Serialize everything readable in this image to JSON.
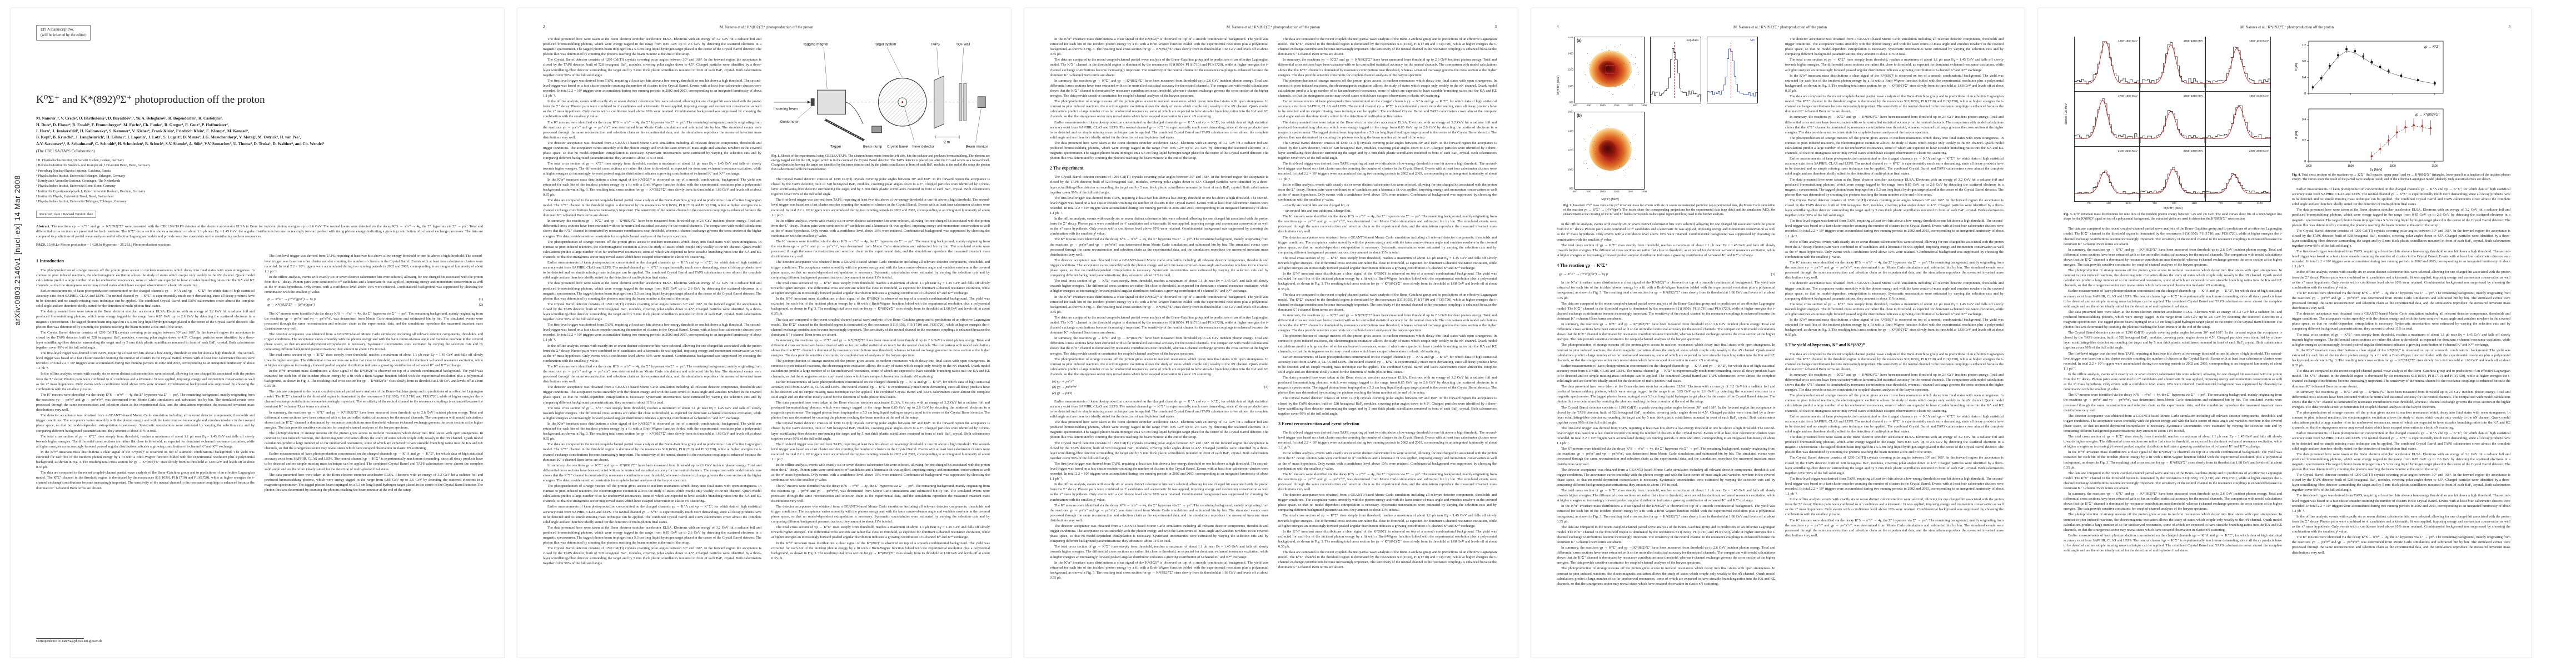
{
  "running_header": "M. Nanova et al.: K*(892)⁰Σ⁺ photoproduction off the proton",
  "pages": {
    "p2": "2",
    "p3": "3",
    "p4": "4",
    "p5": "5"
  },
  "page1": {
    "manuscript_note_line1": "EPJ A manuscript No.",
    "manuscript_note_line2": "(will be inserted by the editor)",
    "arxiv_label": "arXiv:0803.2146v1  [nucl-ex]  14 Mar 2008",
    "title": "K⁰Σ⁺ and K*(892)⁰Σ⁺ photoproduction off the proton",
    "authors": [
      "M. Nanova¹,ᵃ, V. Credé², O. Bartholomy², D. Bayadilov²,³, Yu.A. Beloglazov³, R. Bogendörfer⁴, R. Castelijns⁵,",
      "H. Dutz⁶, D. Elsner⁶, R. Ewald⁶, F. Frommberger⁶, M. Fuchs², Ch. Funke², R. Gregor¹, E. Gutz², P. Hoffmeister²,",
      "I. Horn², J. Junkersfeld², H. Kalinowsky², S. Kammer⁶, V. Kleber⁶, Frank Klein⁶, Friedrich Klein⁶, E. Klempt², M. Konrad⁶,",
      "B. Kopf⁷, B. Krusche⁸, J. Langheinrich⁶, H. Löhner⁵, I. Lopatin³, J. Lotz², S. Lugert¹, D. Menze⁶, J.G. Messchendorp⁵, V. Metag¹, M. Ostrick⁶, H. van Pee²,",
      "A.V. Sarantsev²,³, S. Schadmand¹, C. Schmidt², H. Schmieden⁶, B. Schoch⁶, S.V. Shende⁵, A. Süle⁶, V.V. Sumachev³, U. Thoma², D. Trnka¹, D. Walther⁶, and Ch. Wendel²"
    ],
    "collaboration": "(The CBELSA/TAPS Collaboration)",
    "institutions": [
      "¹ II. Physikalisches Institut, Universität Gießen, Gießen, Germany",
      "² Helmholtz-Institut für Strahlen- und Kernphysik, Universität Bonn, Bonn, Germany",
      "³ Petersburg Nuclear Physics Institute, Gatchina, Russia",
      "⁴ Physikalisches Institut, Universität Erlangen, Erlangen, Germany",
      "⁵ Kernfysisch Versneller Instituut, Groningen, The Netherlands",
      "⁶ Physikalisches Institut, Universität Bonn, Bonn, Germany",
      "⁷ Institut für Experimentalphysik I, Ruhr-Universität Bochum, Bochum, Germany",
      "⁸ Institut für Physik, Universität Basel, Basel, Switzerland",
      "⁹ Physikalisches Institut, Universität Tübingen, Tübingen, Germany"
    ],
    "received": "Received: date / Revised version: date",
    "abstract_label": "Abstract.",
    "abstract": "The reactions γp → K⁰Σ⁺ and γp → K*(892)⁰Σ⁺ were measured with the CBELSA/TAPS detector at the electron accelerator ELSA in Bonn for incident photon energies up to 2.6 GeV. The neutral kaons were detected via the decay K⁰S → π⁰π⁰ → 4γ, the Σ⁺ hyperons via Σ⁺ → pπ⁰. Total and differential cross sections are presented for both reactions. The K⁰Σ⁺ cross section shows a maximum of about 1.1 μb near Eγ = 1.45 GeV; the angular distributions become increasingly forward peaked with rising photon energy, indicating a growing contribution of t-channel exchange processes. The data are compared to predictions of partial wave analyses and of effective Lagrangian models and provide sensitive constraints on the contributing nucleon resonances.",
    "pacs_label": "PACS.",
    "pacs": "13.60.Le Meson production – 14.20.Jn Hyperons – 25.20.Lj Photoproduction reactions",
    "footnote": "Correspondence to: nanova@physik.uni-giessen.de"
  },
  "sections": {
    "s1": "1 Introduction",
    "s2": "2 The experiment",
    "s3": "3 Event reconstruction and event selection",
    "s4": "4 The reaction γp → K⁰Σ⁺",
    "s5": "5 The yield of hyperons, K⁰ and K*(892)⁰"
  },
  "equations": {
    "main": [
      {
        "text": "γp → K⁰Σ⁺ → (π⁰π⁰)(pπ⁰) → 6γ p",
        "num": "(1)"
      },
      {
        "text": "γp → K*(892)⁰Σ⁺ → (K⁰π⁰)(pπ⁰)",
        "num": "(2)"
      }
    ],
    "background": [
      {
        "text": "(a)  γp → pπ⁰π⁰",
        "num": ""
      },
      {
        "text": "(b)  γp → pπ⁰π⁰π⁰",
        "num": "(3)"
      },
      {
        "text": "(c)  γp → pπ⁰η",
        "num": ""
      }
    ]
  },
  "lists": {
    "selection": [
      "– exactly six neutral hits and no charged hit, or",
      "– six neutral hits and one additional charged hit."
    ]
  },
  "figures": {
    "fig1": {
      "cap_label": "Fig. 1.",
      "cap_text": "Sketch of the experimental setup CBELSA/TAPS. The electron beam enters from the left side, hits the radiator and produces bremsstrahlung. The photons are energy tagged and hit the LH₂ target, which is in the centre of the Crystal Barrel detector. The TAPS detector is placed just after the CB and serves as a forward wall. Charged particles leaving the target are identified by the inner detector and by the plastic scintillators in front of each BaF₂ module; at the end of the setup the photon flux is determined with the beam monitor.",
      "labels": {
        "incoming": "Incoming beam",
        "goniometer": "Goniometer",
        "tagger": "Tagger",
        "magnet": "Tagging magnet",
        "dump": "Beam dump",
        "target": "Target system",
        "barrel": "Crystal barrel",
        "inner": "Inner detector",
        "taps": "TAPS",
        "tof": "TOF wall",
        "monitor": "Beam monitor",
        "scale": "2 m"
      }
    },
    "fig2": {
      "cap_label": "Fig. 2.",
      "cap_text": "Invariant π⁰π⁰ mass versus the pπ⁰ invariant mass for events with six or seven reconstructed particles: (a) experimental data, (b) Monte Carlo simulation of the reaction γp → K⁰Σ⁺ → (π⁰π⁰)(pπ⁰). The insets show the corresponding projections for the experimental data (exp data) and the simulation (MC); the enhancement at the crossing of the K⁰ and Σ⁺ bands corresponds to the signal region (red box) used in the further analysis.",
      "panel_a": "(a)",
      "panel_b": "(b)",
      "inset_exp": "exp data",
      "inset_mc": "MC",
      "xlabel": "M(pπ⁰) [MeV]",
      "ylabel": "M(π⁰π⁰) [MeV]",
      "xticks": [
        "600",
        "800",
        "1000",
        "1200",
        "1400",
        "1600"
      ],
      "yticks": [
        "1600",
        "1400",
        "1200",
        "1000",
        "800"
      ],
      "mc_color": "#2244bb"
    },
    "fig3": {
      "cap_label": "Fig. 3.",
      "cap_text": "K⁰π⁰ invariant mass distributions for nine bins of the incident photon energy between 1.45 and 2.6 GeV. The solid curves show fits of a Breit-Wigner line shape for the K*(892)⁰ signal on top of a polynomial background; the extracted yields are used to determine the K*(892)⁰Σ⁺ cross section.",
      "xlabel": "M(K⁰π⁰) [MeV]",
      "ylabel": "entries / 20 MeV",
      "bins": [
        "1450–1550 MeV",
        "1550–1650 MeV",
        "1650–1750 MeV",
        "1750–1850 MeV",
        "1850–1950 MeV",
        "1950–2100 MeV",
        "2100–2250 MeV",
        "2250–2400 MeV",
        "2400–2600 MeV"
      ],
      "xticks": [
        "700",
        "900",
        "1100"
      ]
    },
    "fig4": {
      "cap_label": "Fig. 4.",
      "cap_text": "Total cross sections of the reactions γp → K⁰Σ⁺ (full squares, upper panel) and γp → K*(892)⁰Σ⁺ (triangles, lower panel) as a function of the incident photon energy. The curves show the result of the partial wave analysis (solid) and of the effective Lagrangian model (dashed). Only statistical errors are shown.",
      "xlabel": "Eγ [MeV]",
      "ylabel": "σ [μb]",
      "panel1_label": "γp → K⁰Σ⁺",
      "panel2_label": "γp → K*(892)⁰Σ⁺",
      "xticks": [
        "1000",
        "1500",
        "2000",
        "2500"
      ],
      "yticks1": [
        "0",
        "0.4",
        "0.8",
        "1.2"
      ],
      "yticks2": [
        "0",
        "0.2",
        "0.4"
      ],
      "series1_color": "#111111",
      "series2_color": "#bb2222",
      "series1": [
        [
          1050,
          0.15,
          0.07
        ],
        [
          1150,
          0.38,
          0.08
        ],
        [
          1250,
          0.68,
          0.08
        ],
        [
          1350,
          0.95,
          0.09
        ],
        [
          1450,
          1.1,
          0.09
        ],
        [
          1550,
          1.05,
          0.08
        ],
        [
          1650,
          0.92,
          0.08
        ],
        [
          1750,
          0.78,
          0.07
        ],
        [
          1850,
          0.66,
          0.07
        ],
        [
          1950,
          0.55,
          0.06
        ],
        [
          2100,
          0.44,
          0.06
        ],
        [
          2300,
          0.33,
          0.06
        ],
        [
          2500,
          0.25,
          0.06
        ]
      ],
      "series2": [
        [
          1750,
          0.05,
          0.04
        ],
        [
          1850,
          0.12,
          0.05
        ],
        [
          1950,
          0.2,
          0.05
        ],
        [
          2050,
          0.28,
          0.06
        ],
        [
          2150,
          0.33,
          0.06
        ],
        [
          2250,
          0.35,
          0.06
        ],
        [
          2350,
          0.34,
          0.06
        ],
        [
          2450,
          0.32,
          0.07
        ]
      ]
    }
  },
  "filler": {
    "paragraphs": [
      "The photoproduction of strange mesons off the proton gives access to nucleon resonances which decay into final states with open strangeness. In contrast to pion induced reactions, the electromagnetic excitation allows the study of states which couple only weakly to the πN channel. Quark model calculations predict a large number of so far unobserved resonances, some of which are expected to have sizeable branching ratios into the KΛ and KΣ channels, so that the strangeness sector may reveal states which have escaped observation in elastic πN scattering.",
      "Earlier measurements of kaon photoproduction concentrated on the charged channels γp → K⁺Λ and γp → K⁺Σ⁰, for which data of high statistical accuracy exist from SAPHIR, CLAS and LEPS. The neutral channel γp → K⁰Σ⁺ is experimentally much more demanding, since all decay products have to be detected and no simple missing mass technique can be applied. The combined Crystal Barrel and TAPS calorimeters cover almost the complete solid angle and are therefore ideally suited for the detection of multi-photon final states.",
      "The data presented here were taken at the Bonn electron stretcher accelerator ELSA. Electrons with an energy of 3.2 GeV hit a radiator foil and produced bremsstrahlung photons, which were energy tagged in the range from 0.85 GeV up to 2.6 GeV by detecting the scattered electrons in a magnetic spectrometer. The tagged photon beam impinged on a 5.3 cm long liquid hydrogen target placed in the centre of the Crystal Barrel detector. The photon flux was determined by counting the photons reaching the beam monitor at the end of the setup.",
      "The Crystal Barrel detector consists of 1290 CsI(Tl) crystals covering polar angles between 30° and 168°. In the forward region the acceptance is closed by the TAPS detector, built of 528 hexagonal BaF₂ modules, covering polar angles down to 4.5°. Charged particles were identified by a three-layer scintillating-fibre detector surrounding the target and by 5 mm thick plastic scintillators mounted in front of each BaF₂ crystal. Both calorimeters together cover 99% of the full solid angle.",
      "The first-level trigger was derived from TAPS, requiring at least two hits above a low-energy threshold or one hit above a high threshold. The second-level trigger was based on a fast cluster encoder counting the number of clusters in the Crystal Barrel. Events with at least four calorimeter clusters were recorded. In total 2.2 × 10⁹ triggers were accumulated during two running periods in 2002 and 2003, corresponding to an integrated luminosity of about 1.1 pb⁻¹.",
      "In the offline analysis, events with exactly six or seven distinct calorimeter hits were selected, allowing for one charged hit associated with the proton from the Σ⁺ decay. Photon pairs were combined to π⁰ candidates and a kinematic fit was applied, imposing energy and momentum conservation as well as the π⁰ mass hypothesis. Only events with a confidence level above 10% were retained. Combinatorial background was suppressed by choosing the combination with the smallest χ² value.",
      "The K⁰ mesons were identified via the decay K⁰S → π⁰π⁰ → 4γ, the Σ⁺ hyperons via Σ⁺ → pπ⁰. The remaining background, mainly originating from the reactions γp → pπ⁰π⁰ and γp → pπ⁰π⁰π⁰, was determined from Monte Carlo simulations and subtracted bin by bin. The simulated events were processed through the same reconstruction and selection chain as the experimental data, and the simulations reproduce the measured invariant mass distributions very well.",
      "The detector acceptance was obtained from a GEANT3-based Monte Carlo simulation including all relevant detector components, thresholds and trigger conditions. The acceptance varies smoothly with the photon energy and with the kaon centre-of-mass angle and vanishes nowhere in the covered phase space, so that no model-dependent extrapolation is necessary. Systematic uncertainties were estimated by varying the selection cuts and by comparing different background parametrisations; they amount to about 11% in total.",
      "The total cross section of γp → K⁰Σ⁺ rises steeply from threshold, reaches a maximum of about 1.1 μb near Eγ = 1.45 GeV and falls off slowly towards higher energies. The differential cross sections are rather flat close to threshold, as expected for dominant s-channel resonance excitation, while at higher energies an increasingly forward peaked angular distribution indicates a growing contribution of t-channel K⁰ and K*⁰ exchange.",
      "In the K⁰π⁰ invariant mass distributions a clear signal of the K*(892)⁰ is observed on top of a smooth combinatorial background. The yield was extracted for each bin of the incident photon energy by a fit with a Breit-Wigner function folded with the experimental resolution plus a polynomial background, as shown in Fig. 3. The resulting total cross section for γp → K*(892)⁰Σ⁺ rises slowly from its threshold at 1.68 GeV and levels off at about 0.35 μb.",
      "The data are compared to the recent coupled-channel partial wave analysis of the Bonn–Gatchina group and to predictions of an effective Lagrangian model. The K⁰Σ⁺ channel in the threshold region is dominated by the resonances S11(1650), P11(1710) and P13(1720), while at higher energies the t-channel exchange contributions become increasingly important. The sensitivity of the neutral channel to the resonance couplings is enhanced because the dominant K⁺ t-channel Born terms are absent.",
      "In summary, the reactions γp → K⁰Σ⁺ and γp → K*(892)⁰Σ⁺ have been measured from threshold up to 2.6 GeV incident photon energy. Total and differential cross sections have been extracted with so far unrivalled statistical accuracy for the neutral channels. The comparison with model calculations shows that the K⁰Σ⁺ channel is dominated by resonance contributions near threshold, whereas t-channel exchange governs the cross section at the higher energies. The data provide sensitive constraints for coupled-channel analyses of the baryon spectrum."
    ]
  }
}
